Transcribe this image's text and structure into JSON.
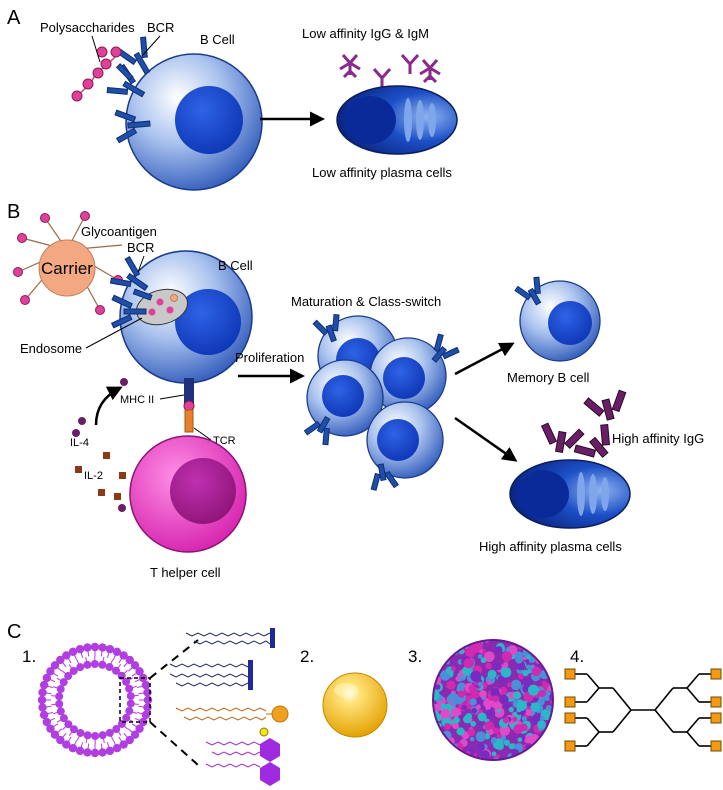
{
  "panels": {
    "a": {
      "letter": "A",
      "polysaccharides": "Polysaccharides",
      "bcr": "BCR",
      "b_cell": "B Cell",
      "antibodies": "Low affinity IgG & IgM",
      "plasma": "Low affinity plasma cells"
    },
    "b": {
      "letter": "B",
      "glycoantigen": "Glycoantigen",
      "carrier": "Carrier",
      "bcr": "BCR",
      "b_cell": "B Cell",
      "endosome": "Endosome",
      "mhc": "MHC II",
      "tcr": "TCR",
      "il4": "IL-4",
      "il2": "IL-2",
      "t_helper": "T helper cell",
      "proliferation": "Proliferation",
      "maturation": "Maturation & Class-switch",
      "memory": "Memory B cell",
      "igg": "High affinity IgG",
      "plasma": "High affinity plasma cells"
    },
    "c": {
      "letter": "C",
      "items": [
        "1.",
        "2.",
        "3.",
        "4."
      ]
    }
  },
  "colors": {
    "cell_blue": "#2f5fc0",
    "nucleus_blue": "#1240c8",
    "bcr_blue": "#1f4fa8",
    "antibody_purple": "#8a2a8a",
    "sugar_pink": "#e0409a",
    "carrier_peach": "#f3a882",
    "t_cell_pink": "#d82fb5",
    "liposome_violet": "#b03ee0",
    "gold": "#f2b01e",
    "dendrimer_orange": "#f39a14"
  }
}
